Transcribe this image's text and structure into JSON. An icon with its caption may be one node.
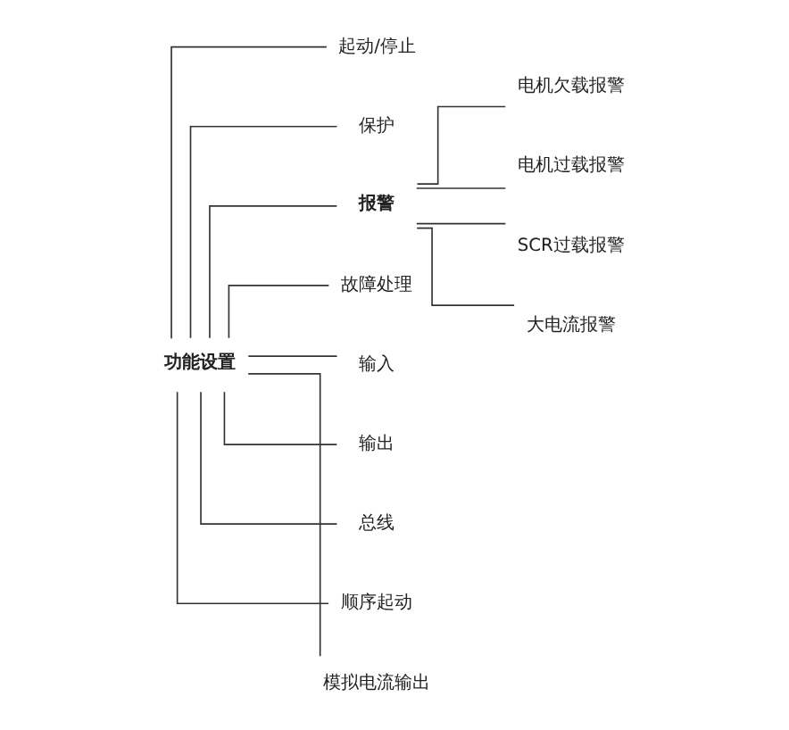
{
  "diagram": {
    "nodes": [
      {
        "text": [
          "功能设置"
        ]
      },
      {
        "text": [
          "起动/停止"
        ]
      },
      {
        "text": [
          "保护"
        ]
      },
      {
        "text": [
          "报警"
        ]
      },
      {
        "text": [
          "故障处理"
        ]
      },
      {
        "text": [
          "输入"
        ]
      },
      {
        "text": [
          "输出"
        ]
      },
      {
        "text": [
          "总线"
        ]
      },
      {
        "text": [
          "顺序起动"
        ]
      },
      {
        "text": [
          "模拟电流输出"
        ]
      },
      {
        "text": [
          "电机欠载报警"
        ]
      },
      {
        "text": [
          "电机过载报警"
        ]
      },
      {
        "text": [
          "SCR过载报警"
        ]
      },
      {
        "text": [
          "大电流报警"
        ]
      }
    ],
    "edges": [
      {
        "from": 0,
        "to": 1,
        "arrow": "none"
      },
      {
        "from": 0,
        "to": 2,
        "arrow": "none"
      },
      {
        "from": 0,
        "to": 3,
        "arrow": "none"
      },
      {
        "from": 0,
        "to": 4,
        "arrow": "none"
      },
      {
        "from": 0,
        "to": 5,
        "arrow": "none"
      },
      {
        "from": 0,
        "to": 6,
        "arrow": "none"
      },
      {
        "from": 0,
        "to": 7,
        "arrow": "none"
      },
      {
        "from": 0,
        "to": 8,
        "arrow": "none"
      },
      {
        "from": 0,
        "to": 9,
        "arrow": "none"
      },
      {
        "from": 3,
        "to": 10,
        "arrow": "none"
      },
      {
        "from": 3,
        "to": 11,
        "arrow": "none"
      },
      {
        "from": 3,
        "to": 12,
        "arrow": "none"
      },
      {
        "from": 3,
        "to": 13,
        "arrow": "none"
      }
    ]
  }
}
